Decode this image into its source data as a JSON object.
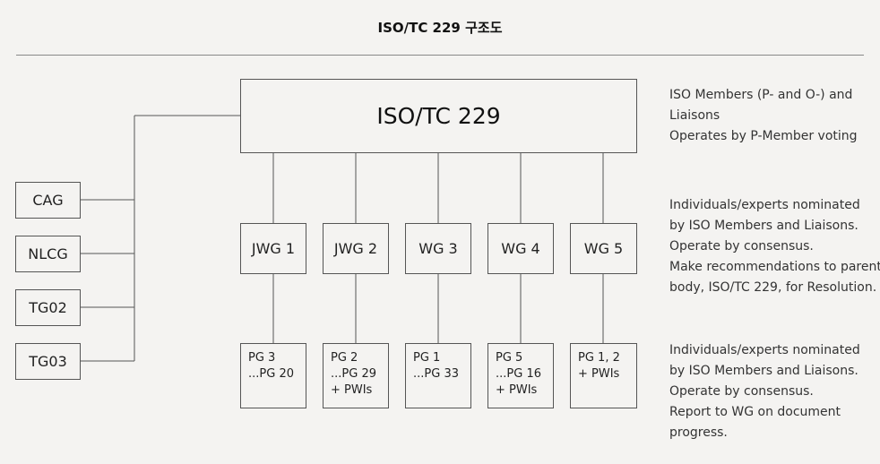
{
  "title": "ISO/TC 229 구조도",
  "main": {
    "label": "ISO/TC 229"
  },
  "side_groups": [
    {
      "label": "CAG"
    },
    {
      "label": "NLCG"
    },
    {
      "label": "TG02"
    },
    {
      "label": "TG03"
    }
  ],
  "working_groups": [
    {
      "label": "JWG 1",
      "projects": "PG 3\n...PG 20"
    },
    {
      "label": "JWG 2",
      "projects": "PG 2\n...PG 29\n+ PWIs"
    },
    {
      "label": "WG 3",
      "projects": "PG 1\n...PG 33"
    },
    {
      "label": "WG 4",
      "projects": "PG 5\n...PG 16\n+ PWIs"
    },
    {
      "label": "WG 5",
      "projects": "PG 1, 2\n+ PWIs"
    }
  ],
  "descriptions": {
    "main": [
      "ISO Members (P- and O-) and",
      "Liaisons",
      "Operates by P-Member voting"
    ],
    "working_groups": [
      "Individuals/experts nominated",
      "by ISO Members and Liaisons.",
      "Operate by consensus.",
      "Make recommendations to parent",
      "body, ISO/TC 229, for Resolution."
    ],
    "project_groups": [
      "Individuals/experts nominated",
      "by ISO Members and Liaisons.",
      "Operate by consensus.",
      "Report to WG on document",
      "progress."
    ]
  }
}
